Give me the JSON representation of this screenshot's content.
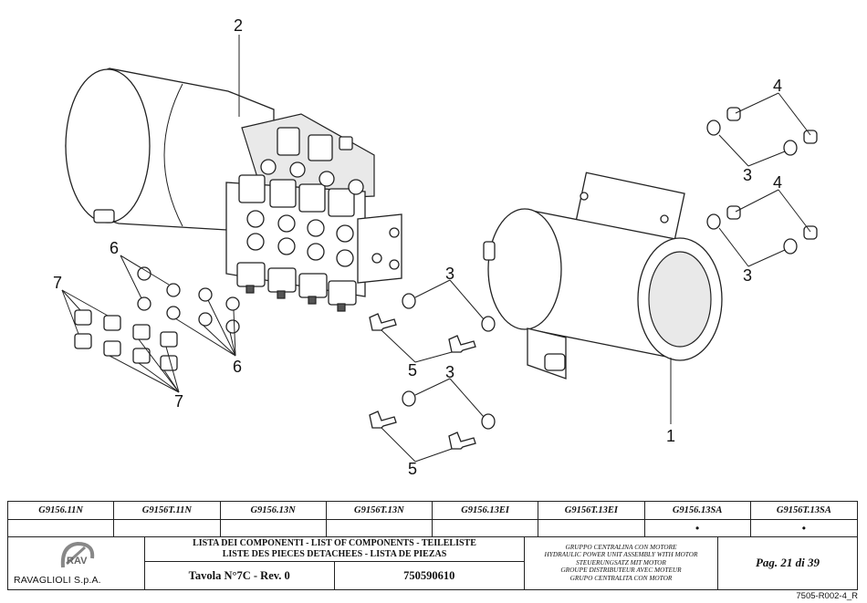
{
  "callouts": [
    "1",
    "2",
    "3",
    "4",
    "5",
    "6",
    "7"
  ],
  "title_block": {
    "codes": [
      "G9156.11N",
      "G9156T.11N",
      "G9156.13N",
      "G9156T.13N",
      "G9156.13EI",
      "G9156T.13EI",
      "G9156.13SA",
      "G9156T.13SA"
    ],
    "marks": [
      "",
      "",
      "",
      "",
      "",
      "",
      "•",
      "•"
    ],
    "company": "RAVAGLIOLI S.p.A.",
    "list_title_line1": "LISTA DEI COMPONENTI - LIST OF COMPONENTS - TEILELISTE",
    "list_title_line2": "LISTE DES PIECES DETACHEES - LISTA DE PIEZAS",
    "tavola": "Tavola N°7C - Rev. 0",
    "code_number": "750590610",
    "description": [
      "GRUPPO CENTRALINA CON MOTORE",
      "HYDRAULIC POWER UNIT ASSEMBLY WITH MOTOR",
      "STEUERUNGSATZ MIT MOTOR",
      "GROUPE DISTRIBUTEUR AVEC MOTEUR",
      "GRUPO CENTRALITA CON MOTOR"
    ],
    "page": "Pag. 21 di 39",
    "logo_text": "RAV"
  },
  "doc_ref": "7505-R002-4_R"
}
